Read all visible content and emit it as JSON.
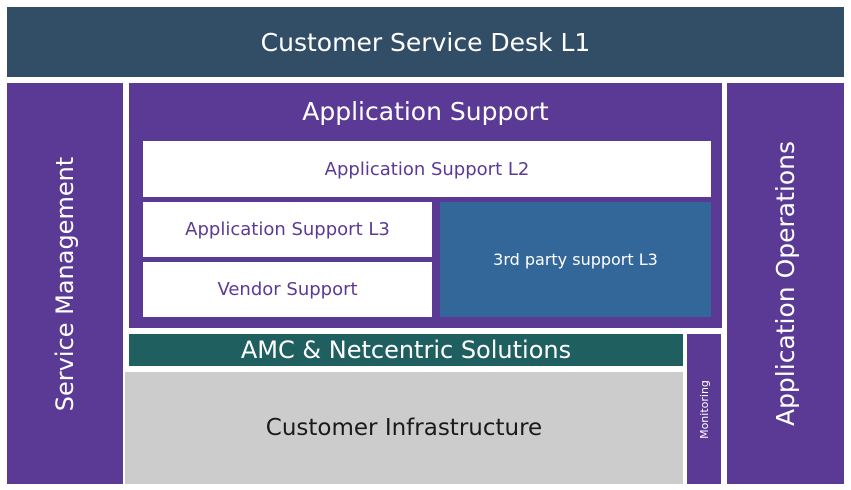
{
  "header": {
    "title": "Customer Service Desk L1"
  },
  "left_pillar": {
    "label": "Service Management"
  },
  "right_pillar": {
    "label": "Application Operations"
  },
  "application_support": {
    "title": "Application Support",
    "l2": "Application Support L2",
    "l3": "Application Support L3",
    "vendor": "Vendor Support",
    "third_party": "3rd party support L3"
  },
  "amc": {
    "label": "AMC & Netcentric Solutions"
  },
  "infrastructure": {
    "label": "Customer Infrastructure"
  },
  "monitoring": {
    "label": "Monitoring"
  },
  "colors": {
    "header": "#324d66",
    "purple": "#5b3a96",
    "blue": "#336699",
    "teal": "#1f5f5f",
    "gray": "#cccccc"
  }
}
